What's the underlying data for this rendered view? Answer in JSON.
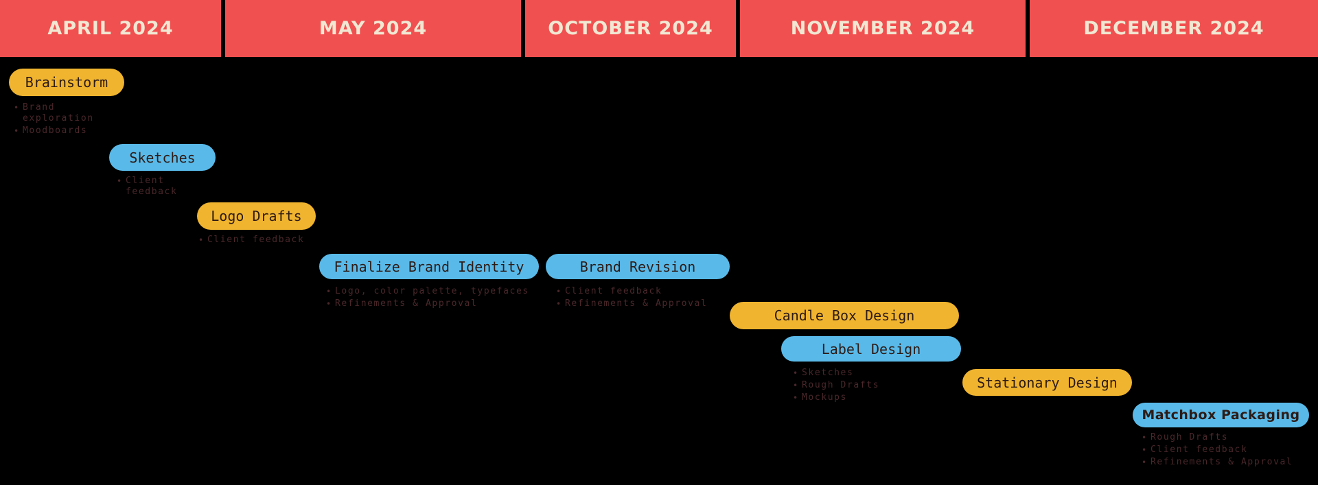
{
  "palette": {
    "background": "#000000",
    "header_red": "#F15050",
    "header_text": "#F1E8D3",
    "task_yellow": "#F0B42F",
    "task_blue": "#59BAE9",
    "pill_text": "#2D1B16",
    "bullet_text": "#4A272B"
  },
  "header": {
    "months": [
      {
        "label": "APRIL 2024"
      },
      {
        "label": "MAY 2024"
      },
      {
        "label": "OCTOBER 2024"
      },
      {
        "label": "NOVEMBER 2024"
      },
      {
        "label": "DECEMBER 2024"
      }
    ]
  },
  "timeline": {
    "tasks": [
      {
        "id": "brainstorm",
        "label": "Brainstorm",
        "color": "yellow",
        "month": "APRIL 2024",
        "bullets": [
          "Brand exploration",
          "Moodboards"
        ]
      },
      {
        "id": "sketches",
        "label": "Sketches",
        "color": "blue",
        "month": "APRIL 2024",
        "bullets": [
          "Client feedback"
        ]
      },
      {
        "id": "logo-drafts",
        "label": "Logo Drafts",
        "color": "yellow",
        "month": "APRIL 2024",
        "bullets": [
          "Client feedback"
        ]
      },
      {
        "id": "finalize-brand-identity",
        "label": "Finalize Brand Identity",
        "color": "blue",
        "month": "MAY 2024",
        "bullets": [
          "Logo, color palette, typefaces",
          "Refinements & Approval"
        ]
      },
      {
        "id": "brand-revision",
        "label": "Brand Revision",
        "color": "blue",
        "month": "OCTOBER 2024",
        "bullets": [
          "Client feedback",
          "Refinements & Approval"
        ]
      },
      {
        "id": "candle-box-design",
        "label": "Candle Box Design",
        "color": "yellow",
        "month": "NOVEMBER 2024",
        "bullets": []
      },
      {
        "id": "label-design",
        "label": "Label Design",
        "color": "blue",
        "month": "NOVEMBER 2024",
        "bullets": [
          "Sketches",
          "Rough Drafts",
          "Mockups"
        ]
      },
      {
        "id": "stationary-design",
        "label": "Stationary Design",
        "color": "yellow",
        "month": "NOVEMBER 2024",
        "bullets": []
      },
      {
        "id": "matchbox-packaging",
        "label": "Matchbox Packaging",
        "color": "blue",
        "display_font": true,
        "month": "DECEMBER 2024",
        "bullets": [
          "Rough Drafts",
          "Client feedback",
          "Refinements & Approval"
        ]
      }
    ]
  }
}
